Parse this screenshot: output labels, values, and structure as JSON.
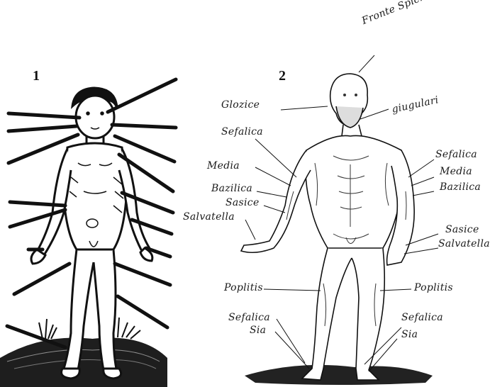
{
  "figure": {
    "panels": [
      {
        "number": "1"
      },
      {
        "number": "2"
      }
    ],
    "left_labels": [
      {
        "text": "Glozice"
      },
      {
        "text": "Sefalica"
      },
      {
        "text": "Media"
      },
      {
        "text": "Bazilica"
      },
      {
        "text": "Sasice"
      },
      {
        "text": "Salvatella"
      },
      {
        "text": "Poplitis"
      },
      {
        "text": "Sefalica"
      },
      {
        "text": "Sia"
      }
    ],
    "right_labels": [
      {
        "text": "Fronte Spicrata"
      },
      {
        "text": "giugulari"
      },
      {
        "text": "Sefalica"
      },
      {
        "text": "Media"
      },
      {
        "text": "Bazilica"
      },
      {
        "text": "Sasice"
      },
      {
        "text": "Salvatella"
      },
      {
        "text": "Poplitis"
      },
      {
        "text": "Sefalica"
      },
      {
        "text": "Sia"
      }
    ]
  },
  "colors": {
    "ink": "#111111",
    "paper": "#ffffff",
    "ground": "#2a2a2a"
  }
}
